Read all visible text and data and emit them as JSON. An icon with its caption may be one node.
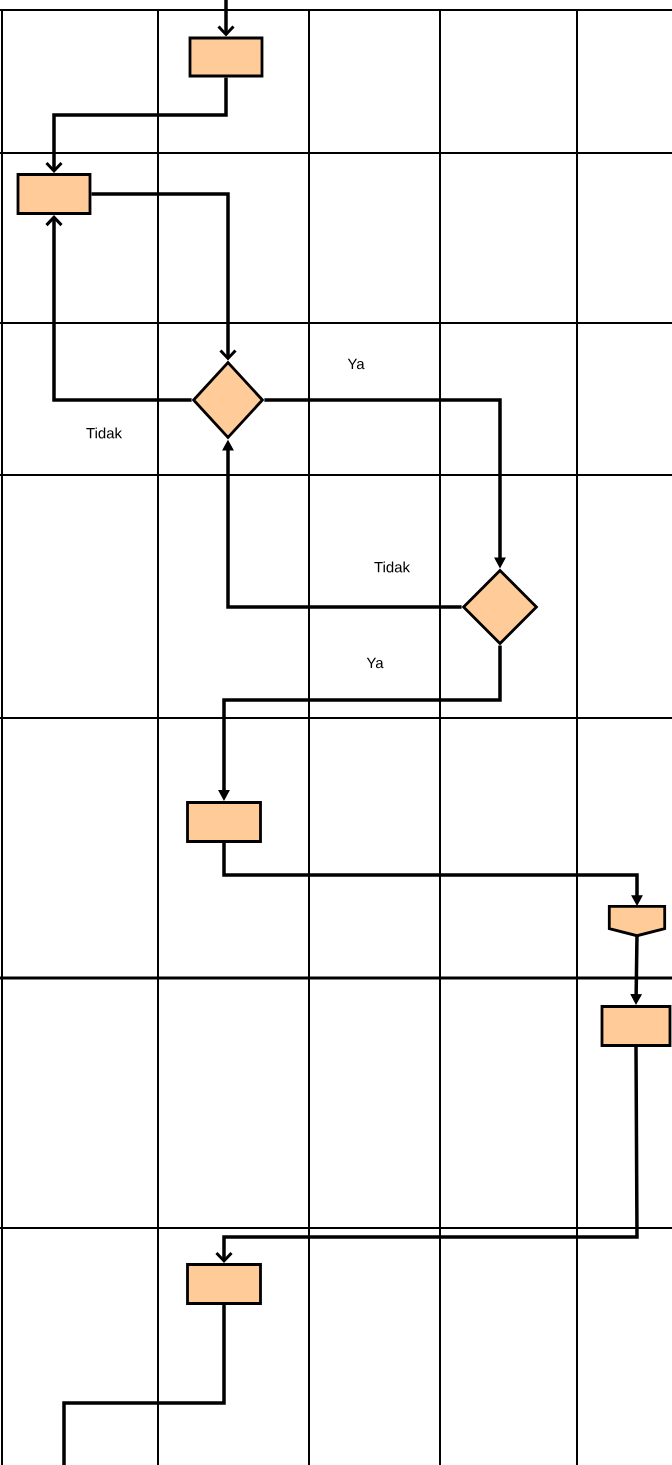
{
  "diagram": {
    "nodes": [
      {
        "text": [],
        "shape": "box"
      },
      {
        "text": [],
        "shape": "box"
      },
      {
        "text": [],
        "shape": "diamond"
      },
      {
        "text": [],
        "shape": "diamond"
      },
      {
        "text": [],
        "shape": "box"
      },
      {
        "text": [],
        "shape": "pentagon"
      },
      {
        "text": [],
        "shape": "box"
      },
      {
        "text": [],
        "shape": "box"
      }
    ],
    "edges": [
      {
        "from": null,
        "to": 0,
        "arrow": "to"
      },
      {
        "from": 0,
        "to": 1,
        "arrow": "to"
      },
      {
        "from": 1,
        "to": 2,
        "arrow": "to"
      },
      {
        "from": 2,
        "to": 1,
        "arrow": "to",
        "label": "Tidak"
      },
      {
        "from": 2,
        "to": 3,
        "arrow": "to",
        "label": "Ya"
      },
      {
        "from": 3,
        "to": 2,
        "arrow": "to",
        "label": "Tidak"
      },
      {
        "from": 3,
        "to": 4,
        "arrow": "to",
        "label": "Ya"
      },
      {
        "from": 4,
        "to": 5,
        "arrow": "to"
      },
      {
        "from": 5,
        "to": 6,
        "arrow": "to"
      },
      {
        "from": 6,
        "to": 7,
        "arrow": "to"
      },
      {
        "from": 7,
        "to": null,
        "arrow": "none"
      }
    ]
  }
}
